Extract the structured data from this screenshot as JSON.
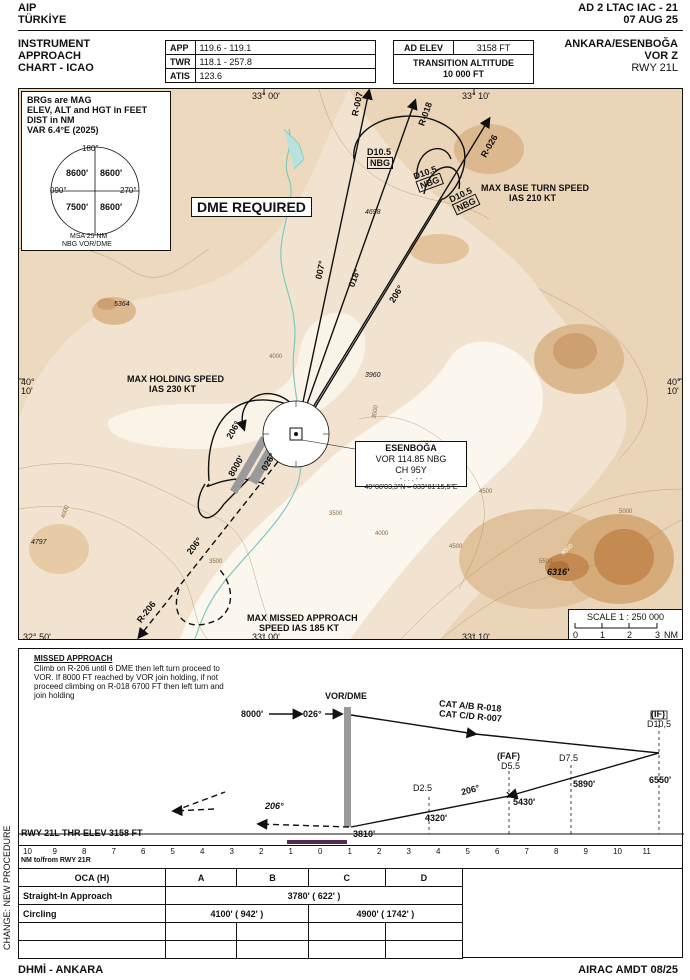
{
  "header": {
    "aip": "AIP",
    "country": "TÜRKİYE",
    "page_ref": "AD 2 LTAC IAC - 21",
    "date": "07 AUG 25"
  },
  "chart_title": [
    "INSTRUMENT",
    "APPROACH",
    "CHART - ICAO"
  ],
  "airport": {
    "name": "ANKARA/ESENBOĞA",
    "procedure": "VOR Z",
    "runway": "RWY 21L"
  },
  "frequencies": [
    {
      "label": "APP",
      "value": "119.6 - 119.1"
    },
    {
      "label": "TWR",
      "value": "118.1 - 257.8"
    },
    {
      "label": "ATIS",
      "value": "123.6"
    }
  ],
  "elevation": {
    "label": "AD ELEV",
    "value": "3158 FT",
    "ta_label": "TRANSITION ALTITUDE",
    "ta_value": "10 000 FT"
  },
  "info_box": {
    "lines": [
      "BRGs are MAG",
      "ELEV, ALT and HGT in FEET",
      "DIST in NM",
      "VAR 6.4°E (2025)"
    ],
    "msa_sectors": [
      "8600'",
      "8600'",
      "7500'",
      "8600'"
    ],
    "msa_bearings": [
      "180°",
      "090°",
      "270°"
    ],
    "msa_caption": [
      "MSA 25 NM",
      "NBG VOR/DME"
    ]
  },
  "map": {
    "dme_required": "DME REQUIRED",
    "grid_labels": {
      "top_left_lon": "33° 00'",
      "top_right_lon": "33° 10'",
      "bottom_mid_lon": "33° 00'",
      "bottom_right_lon": "33° 10'",
      "bottom_left_lat": "32° 50'",
      "left_lat": [
        "40°",
        "10'"
      ],
      "right_lat": [
        "40°",
        "10'"
      ]
    },
    "radials": [
      "R-007",
      "R-018",
      "R-026"
    ],
    "dme_fixes": [
      {
        "dist": "D10.5",
        "nav": "NBG"
      },
      {
        "dist": "D10.5",
        "nav": "NBG"
      },
      {
        "dist": "D10.5",
        "nav": "NBG"
      }
    ],
    "outbound_courses": [
      "007°",
      "018°",
      "206°"
    ],
    "max_base_turn": [
      "MAX BASE TURN SPEED",
      "IAS 210 KT"
    ],
    "max_holding": [
      "MAX HOLDING SPEED",
      "IAS 230 KT"
    ],
    "holding_courses": [
      "206°",
      "8000'",
      "026°"
    ],
    "missed_courses": [
      "206°",
      "R-206"
    ],
    "max_missed": [
      "MAX MISSED APPROACH",
      "SPEED IAS 185 KT"
    ],
    "spot_heights": [
      "4698",
      "5364",
      "3960",
      "4797",
      "6316'"
    ],
    "contours": [
      "3500",
      "4000",
      "4000",
      "3500",
      "4000",
      "4500",
      "5000",
      "4500",
      "4000",
      "3500",
      "5500",
      "6000"
    ],
    "navaid": {
      "name": "ESENBOĞA",
      "freq": "VOR 114.85 NBG",
      "channel": "CH 95Y",
      "morse": "- . . . - -",
      "coords": "40°08'03,3\"N – 033°01'15,5\"E"
    },
    "scale": {
      "label": "SCALE 1 : 250 000",
      "ticks": [
        "0",
        "1",
        "2",
        "3"
      ],
      "unit": "NM"
    }
  },
  "profile": {
    "missed_title": "MISSED APPROACH",
    "missed_text": "Climb on R-206 until 6 DME then left turn proceed to VOR. If 8000 FT reached by VOR join holding, if not proceed climbing on R-018 6700 FT then left turn and join holding",
    "vor_dme": "VOR/DME",
    "alt_8000": "8000'",
    "course_026": "026°",
    "cat_ab": "CAT A/B R-018",
    "cat_cd": "CAT C/D R-007",
    "if_label": "(IF)",
    "if_dist": "D10,5",
    "if_alt": "6550'",
    "faf_label": "(FAF)",
    "faf_dist": "D5.5",
    "faf_alt": "5430'",
    "d75": "D7.5",
    "d75_alt": "5890'",
    "d25": "D2.5",
    "d25_alt": "4320'",
    "inbound": "206°",
    "missed_course": "206°",
    "thr_label": "RWY 21L THR ELEV 3158 FT",
    "thr_alt": "3810'",
    "scale_caption": "NM to/from RWY 21R",
    "scale_numbers": [
      "10",
      "9",
      "8",
      "7",
      "6",
      "5",
      "4",
      "3",
      "2",
      "1",
      "0",
      "1",
      "2",
      "3",
      "4",
      "5",
      "6",
      "7",
      "8",
      "9",
      "10",
      "11"
    ]
  },
  "oca": {
    "header": [
      "OCA (H)",
      "A",
      "B",
      "C",
      "D"
    ],
    "straight_label": "Straight-In Approach",
    "straight_value": "3780' ( 622' )",
    "circling_label": "Circling",
    "circling_ab": "4100' ( 942' )",
    "circling_cd": "4900' ( 1742' )"
  },
  "footer": {
    "left": "DHMİ - ANKARA",
    "right": "AIRAC AMDT 08/25",
    "change": "CHANGE: NEW PROCEDURE"
  }
}
